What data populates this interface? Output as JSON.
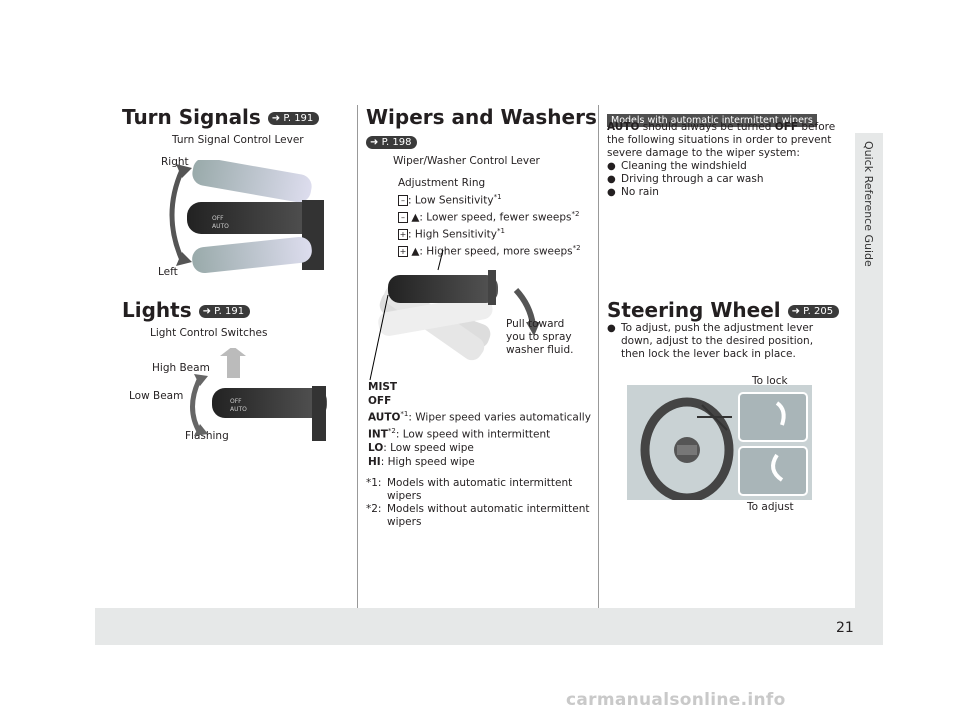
{
  "sidebar": {
    "label": "Quick Reference Guide"
  },
  "page_number": "21",
  "watermark": "carmanualsonline.info",
  "turn_signals": {
    "title": "Turn Signals",
    "ref": "P. 191",
    "lever_label": "Turn Signal Control Lever",
    "right": "Right",
    "left": "Left"
  },
  "lights": {
    "title": "Lights",
    "ref": "P. 191",
    "switch_label": "Light Control Switches",
    "high_beam": "High Beam",
    "low_beam": "Low Beam",
    "flashing": "Flashing"
  },
  "wipers": {
    "title": "Wipers and Washers",
    "ref": "P. 198",
    "lever_label": "Wiper/Washer Control Lever",
    "adjustment_ring": "Adjustment Ring",
    "low_sensitivity": ": Low Sensitivity",
    "lower_speed": ": Lower speed, fewer sweeps",
    "high_sensitivity": ": High Sensitivity",
    "higher_speed": ": Higher speed, more sweeps",
    "pull_toward": "Pull toward",
    "you_to_spray": "you to spray",
    "washer_fluid": "washer fluid.",
    "mist": "MIST",
    "off": "OFF",
    "auto": "AUTO",
    "auto_text": ": Wiper speed varies automatically",
    "int": "INT",
    "int_text": ": Low speed with intermittent",
    "lo": "LO",
    "lo_text": ": Low speed wipe",
    "hi": "HI",
    "hi_text": ": High speed wipe",
    "note1_mark": "*1:",
    "note1": "Models with automatic intermittent wipers",
    "note2_mark": "*2:",
    "note2": "Models without automatic intermittent wipers",
    "sup1": "*1",
    "sup2": "*2"
  },
  "auto_note": {
    "badge": "Models with automatic intermittent wipers",
    "auto": "AUTO",
    "text1": " should always be turned ",
    "off": "OFF",
    "text2": " before the following situations in order to prevent severe damage to the wiper system:",
    "bullets": [
      "Cleaning the windshield",
      "Driving through a car wash",
      "No rain"
    ]
  },
  "steering": {
    "title": "Steering Wheel",
    "ref": "P. 205",
    "text": "To adjust, push the adjustment lever down, adjust to the desired position, then lock the lever back in place.",
    "to_lock": "To lock",
    "to_adjust": "To adjust"
  }
}
